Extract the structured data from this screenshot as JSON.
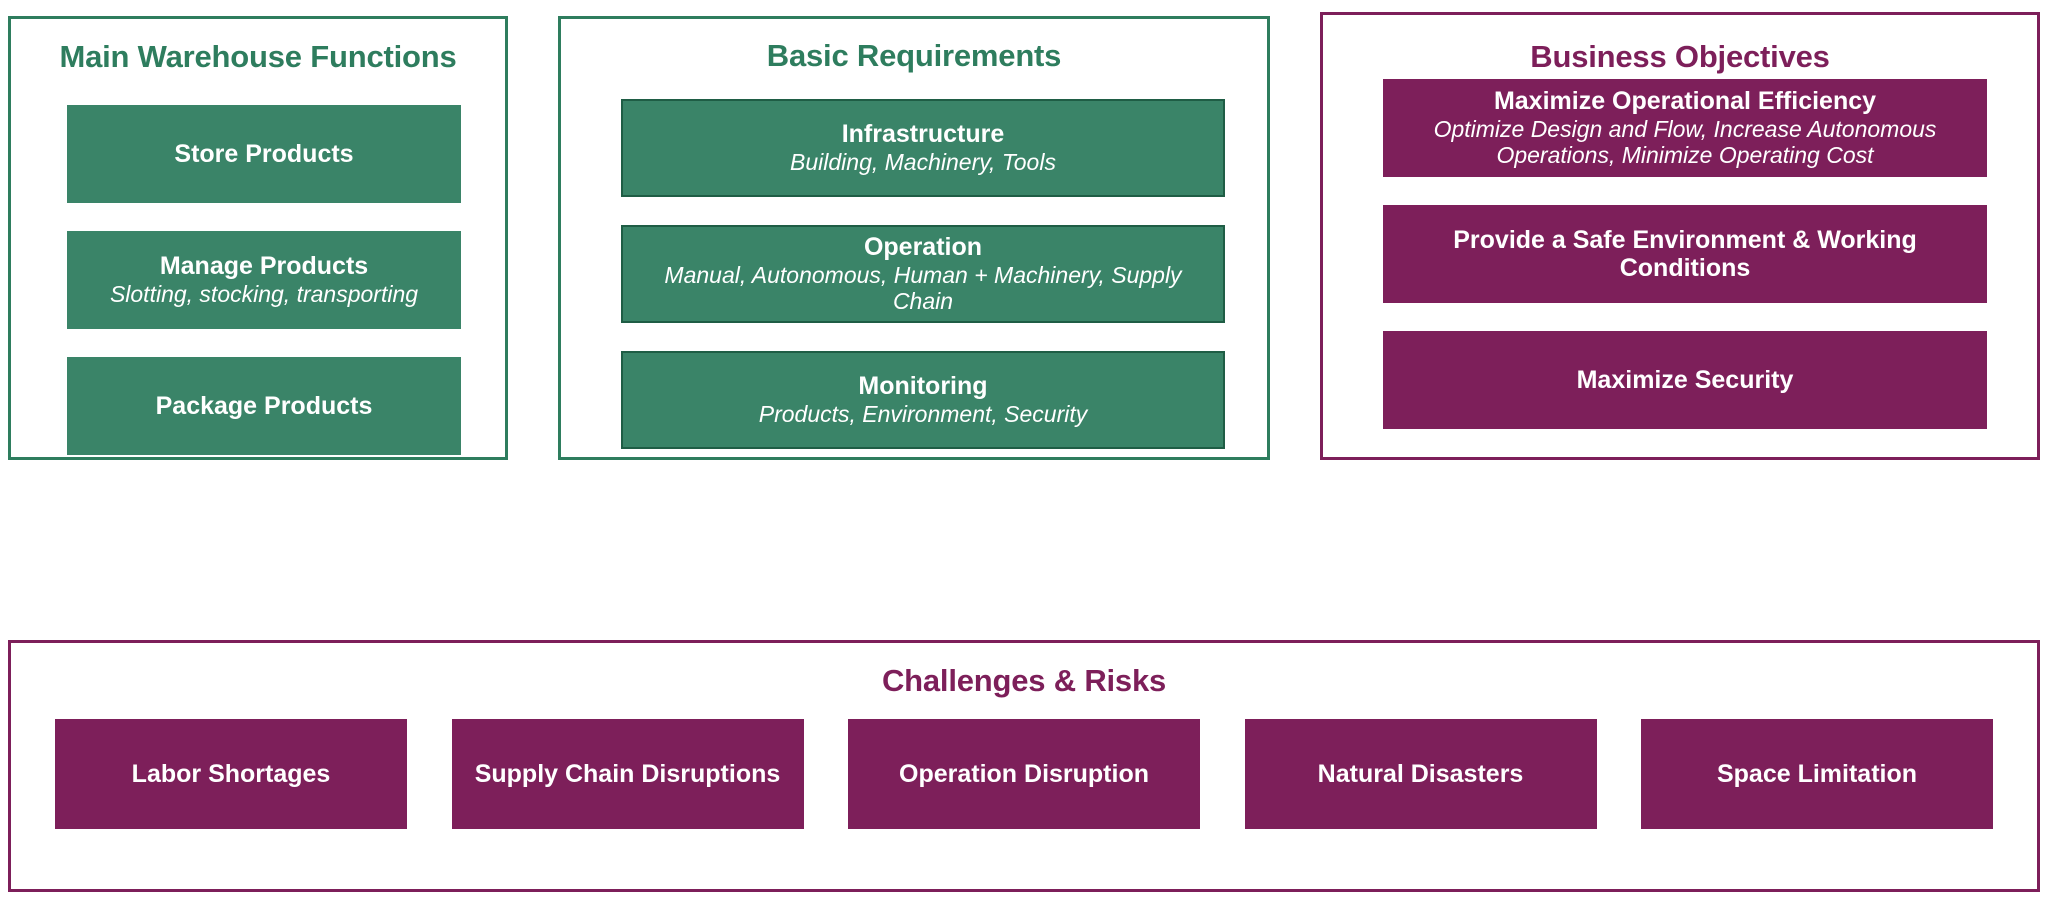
{
  "colors": {
    "green_fill": "#3a8468",
    "green_border": "#1f5d45",
    "green_panel_border": "#2e7d5e",
    "green_text": "#2e7d5e",
    "purple_fill": "#7d1f5a",
    "purple_panel_border": "#7d1f5a",
    "purple_text": "#7d1f5a",
    "card_text": "#ffffff",
    "background": "#ffffff"
  },
  "panels": {
    "functions": {
      "title": "Main Warehouse Functions",
      "cards": [
        {
          "title": "Store Products",
          "subtitle": ""
        },
        {
          "title": "Manage Products",
          "subtitle": "Slotting, stocking, transporting"
        },
        {
          "title": "Package Products",
          "subtitle": ""
        }
      ]
    },
    "requirements": {
      "title": "Basic Requirements",
      "cards": [
        {
          "title": "Infrastructure",
          "subtitle": "Building, Machinery, Tools"
        },
        {
          "title": "Operation",
          "subtitle": "Manual, Autonomous, Human + Machinery, Supply Chain"
        },
        {
          "title": "Monitoring",
          "subtitle": "Products, Environment, Security"
        }
      ]
    },
    "objectives": {
      "title": "Business Objectives",
      "cards": [
        {
          "title": "Maximize Operational Efficiency",
          "subtitle": "Optimize Design and Flow, Increase Autonomous Operations, Minimize Operating Cost"
        },
        {
          "title": "Provide a Safe Environment & Working Conditions",
          "subtitle": ""
        },
        {
          "title": "Maximize Security",
          "subtitle": ""
        }
      ]
    },
    "challenges": {
      "title": "Challenges & Risks",
      "cards": [
        {
          "title": "Labor Shortages",
          "subtitle": ""
        },
        {
          "title": "Supply Chain Disruptions",
          "subtitle": ""
        },
        {
          "title": "Operation Disruption",
          "subtitle": ""
        },
        {
          "title": "Natural Disasters",
          "subtitle": ""
        },
        {
          "title": "Space Limitation",
          "subtitle": ""
        }
      ]
    }
  }
}
